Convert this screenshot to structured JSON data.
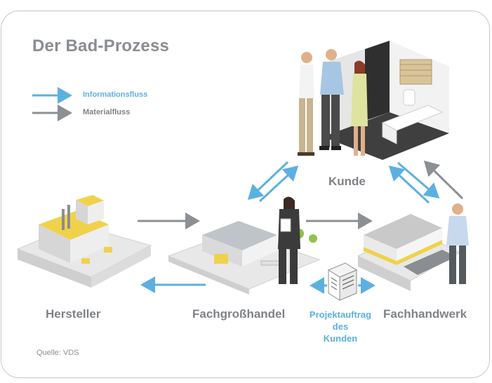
{
  "title": "Der Bad-Prozess",
  "legend": {
    "information_flow": "Informationsfluss",
    "material_flow": "Materialfluss"
  },
  "actors": {
    "customer": "Kunde",
    "manufacturer": "Hersteller",
    "wholesale": "Fachgroßhandel",
    "trade": "Fachhandwerk"
  },
  "project_order": [
    "Projektauftrag",
    "des",
    "Kunden"
  ],
  "source": "Quelle: VDS",
  "colors": {
    "information_flow": "#5cb0e0",
    "material_flow": "#8c8f93",
    "text_gray": "#7f8286"
  }
}
